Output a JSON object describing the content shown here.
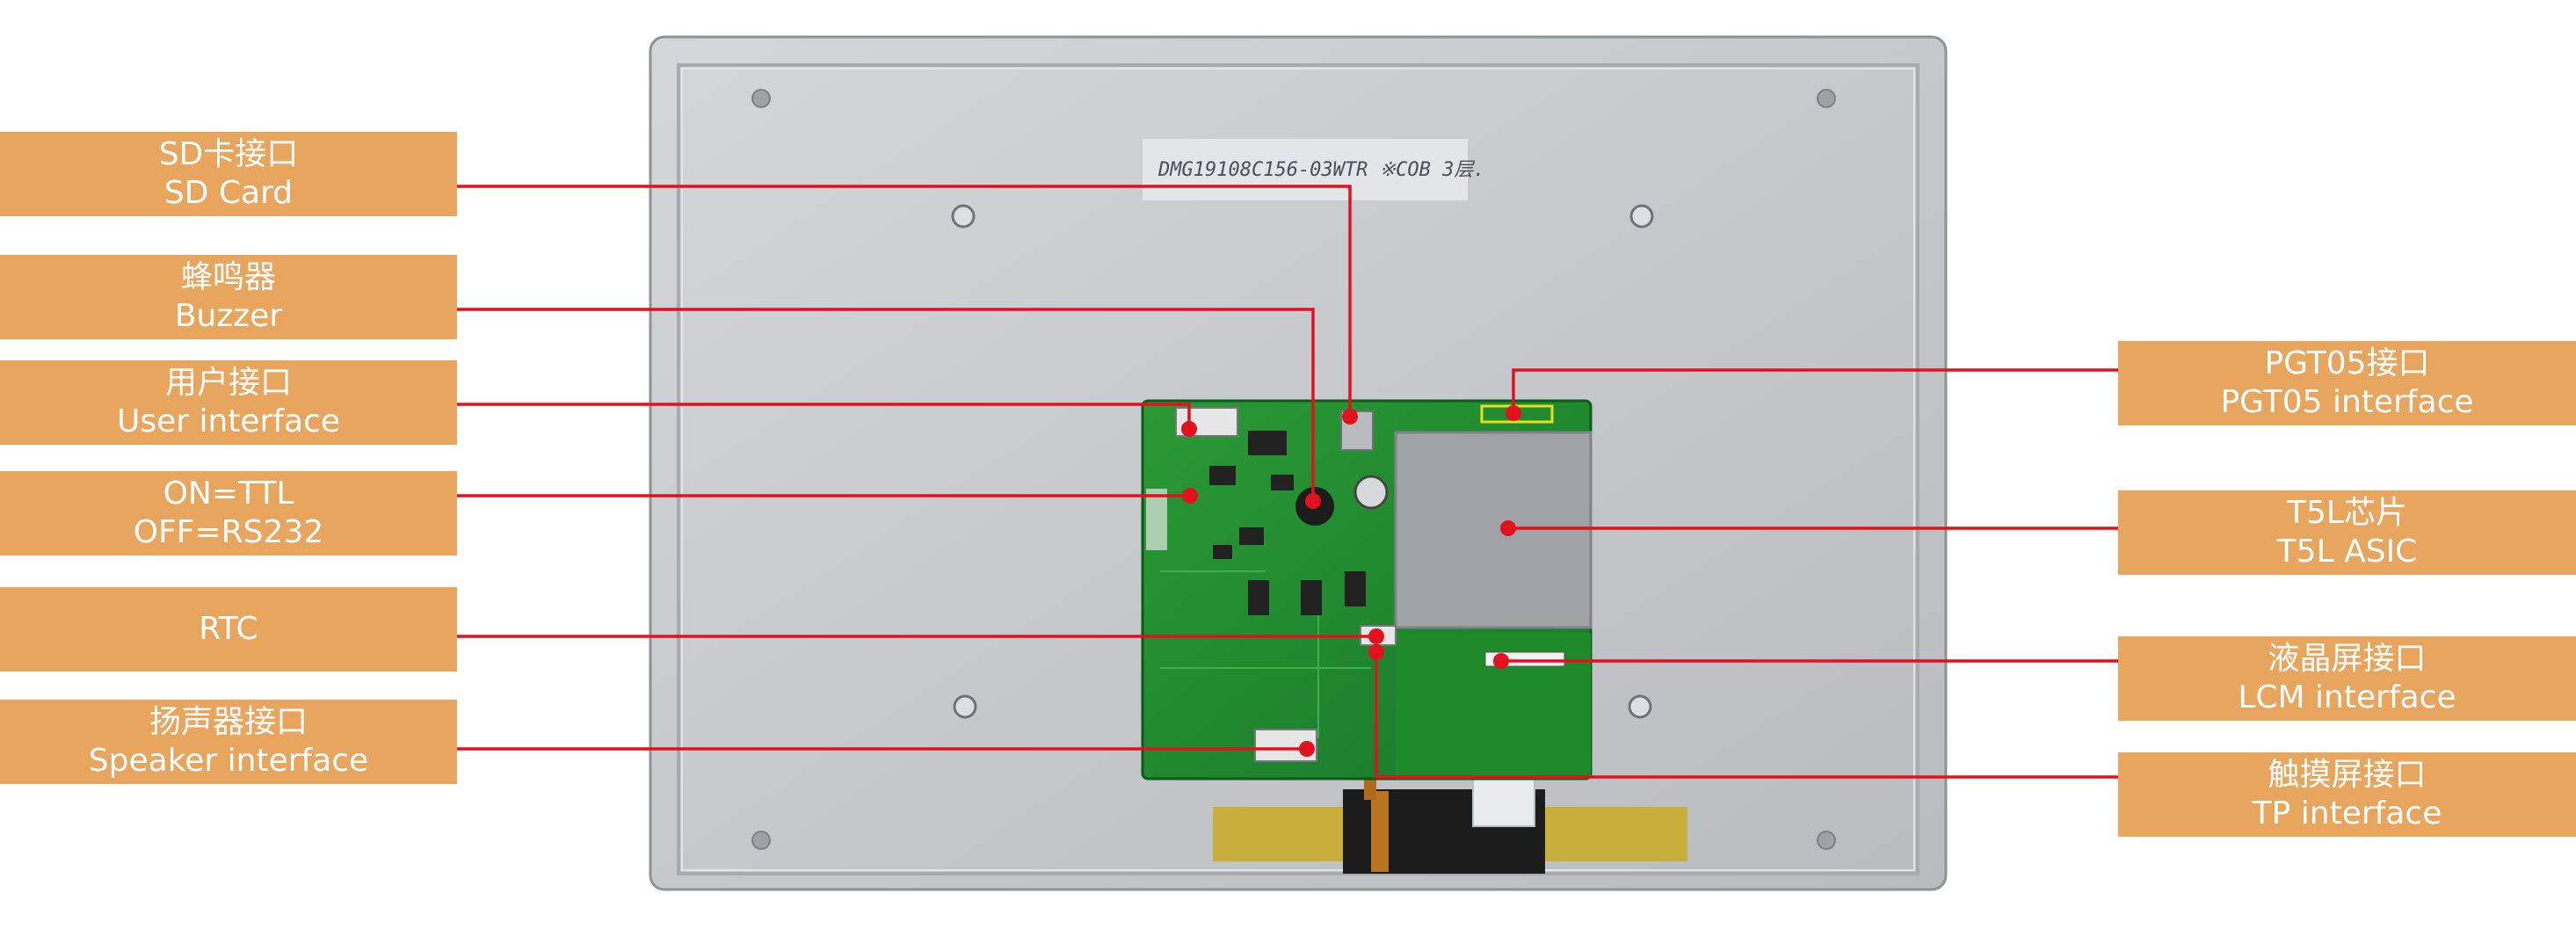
{
  "left_labels": [
    {
      "zh": "SD卡接口",
      "en": "SD Card"
    },
    {
      "zh": "蜂鸣器",
      "en": "Buzzer"
    },
    {
      "zh": "用户接口",
      "en": "User interface"
    },
    {
      "zh": "ON=TTL",
      "en": "OFF=RS232"
    },
    {
      "zh": "",
      "en": "RTC"
    },
    {
      "zh": "扬声器接口",
      "en": "Speaker interface"
    }
  ],
  "right_labels": [
    {
      "zh": "PGT05接口",
      "en": "PGT05 interface"
    },
    {
      "zh": "T5L芯片",
      "en": "T5L ASIC"
    },
    {
      "zh": "液晶屏接口",
      "en": "LCM interface"
    },
    {
      "zh": "触摸屏接口",
      "en": "TP interface"
    }
  ],
  "colors": {
    "label_bg": "#e8a55e",
    "label_text": "#ffffff",
    "leader_line": "#e3101e",
    "pcb": "#1f8a2a",
    "panel": "#c9ccd0"
  },
  "photo": {
    "handwritten_note": "DMG19108C156-03WTR ※COB 3层."
  }
}
